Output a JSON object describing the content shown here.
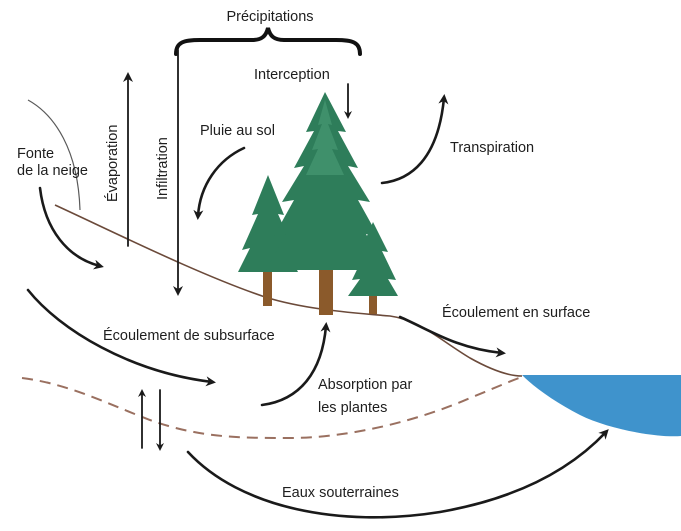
{
  "labels": {
    "precipitations": "Précipitations",
    "interception": "Interception",
    "evaporation": "Évaporation",
    "infiltration": "Infiltration",
    "pluie_au_sol": "Pluie au sol",
    "fonte_line1": "Fonte",
    "fonte_line2": "de la neige",
    "transpiration": "Transpiration",
    "ecoulement_surface": "Écoulement en surface",
    "ecoulement_subsurface": "Écoulement de subsurface",
    "absorption_line1": "Absorption par",
    "absorption_line2": "les plantes",
    "eaux_souterraines": "Eaux souterraines"
  },
  "colors": {
    "water": "#3f93cc",
    "tree_foliage": "#2e7d5a",
    "tree_foliage_light": "#4fa07a",
    "trunk": "#8b5a2b",
    "water_table": "#9a7060",
    "ground_line": "#6b4a3a"
  }
}
